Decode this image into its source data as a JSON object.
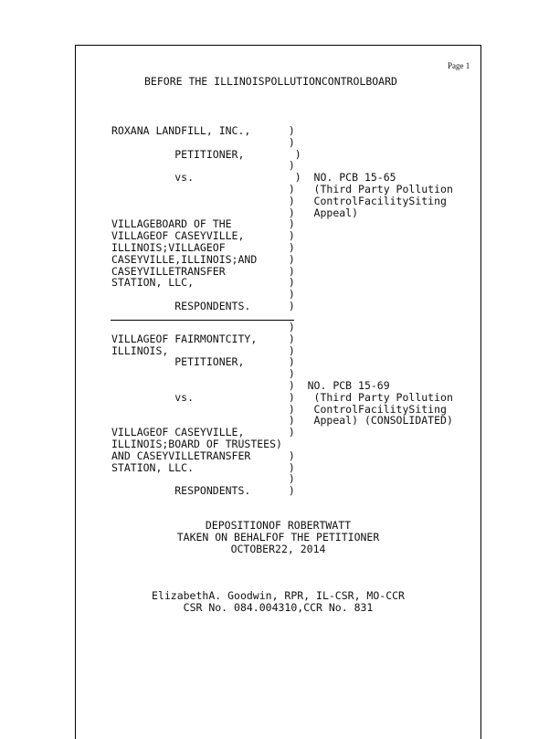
{
  "page_label": "Page   1",
  "header": "BEFORE THE ILLINOISPOLLUTIONCONTROLBOARD",
  "case1": {
    "lines": [
      "ROXANA LANDFILL, INC.,      )",
      "                            )",
      "          PETITIONER,        )",
      "                            )",
      "          vs.                )  NO. PCB 15-65",
      "                            )   (Third Party Pollution",
      "                            )   ControlFacilitySiting",
      "                            )   Appeal)",
      "VILLAGEBOARD OF THE         )",
      "VILLAGEOF CASEYVILLE,       )",
      "ILLINOIS;VILLAGEOF          )",
      "CASEYVILLE,ILLINOIS;AND     )",
      "CASEYVILLETRANSFER          )",
      "STATION, LLC,               )",
      "                            )",
      "          RESPONDENTS.      )"
    ]
  },
  "case2": {
    "lines": [
      "                            )",
      "VILLAGEOF FAIRMONTCITY,     )",
      "ILLINOIS,                   )",
      "          PETITIONER,       )",
      "                            )",
      "                            )  NO. PCB 15-69",
      "          vs.               )   (Third Party Pollution",
      "                            )   ControlFacilitySiting",
      "                            )   Appeal) (CONSOLIDATED)",
      "VILLAGEOF CASEYVILLE,       )",
      "ILLINOIS;BOARD OF TRUSTEES)",
      "AND CASEYVILLETRANSFER      )",
      "STATION, LLC.               )",
      "                            )",
      "          RESPONDENTS.      )"
    ]
  },
  "deposition": {
    "line1": "DEPOSITIONOF ROBERTWATT",
    "line2": "TAKEN ON BEHALFOF THE PETITIONER",
    "line3": "OCTOBER22, 2014"
  },
  "reporter": {
    "line1": "ElizabethA. Goodwin, RPR, IL-CSR, MO-CCR",
    "line2": "CSR No. 084.004310,CCR No. 831"
  }
}
